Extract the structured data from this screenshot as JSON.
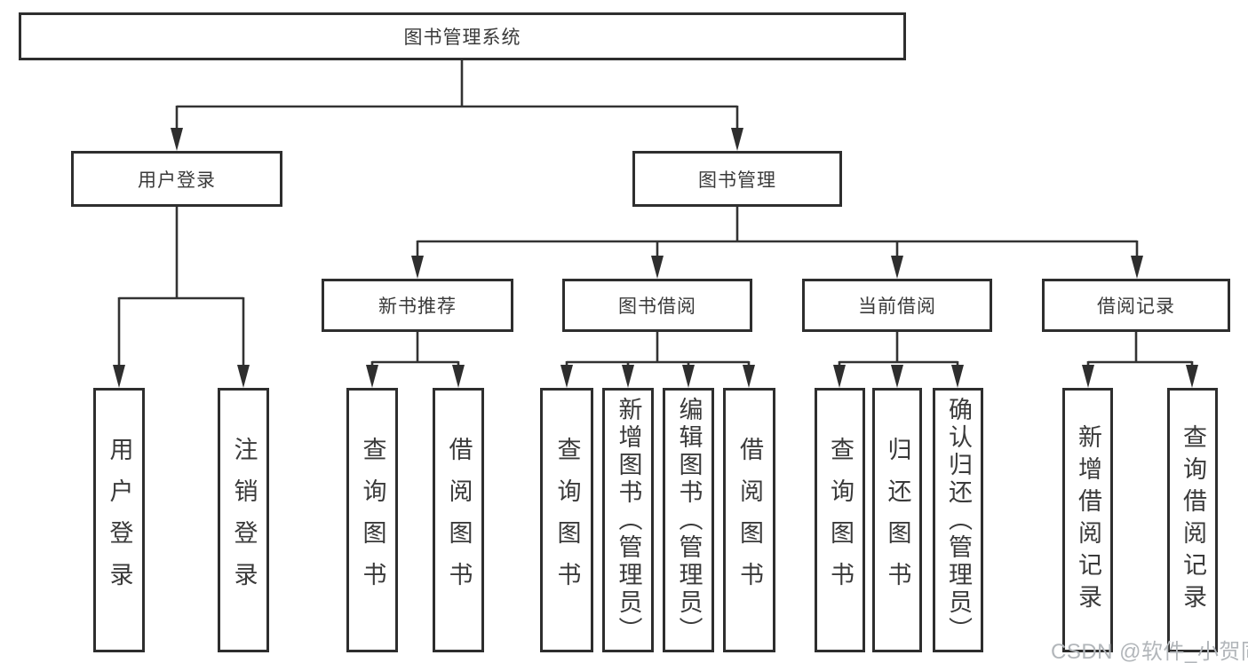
{
  "diagram": {
    "root": {
      "label": "图书管理系统"
    },
    "level2": [
      {
        "label": "用户登录"
      },
      {
        "label": "图书管理"
      }
    ],
    "level3": [
      {
        "label": "新书推荐"
      },
      {
        "label": "图书借阅"
      },
      {
        "label": "当前借阅"
      },
      {
        "label": "借阅记录"
      }
    ],
    "leaves": {
      "user_login": [
        {
          "label": "用户登录"
        },
        {
          "label": "注销登录"
        }
      ],
      "new_book": [
        {
          "label": "查询图书"
        },
        {
          "label": "借阅图书"
        }
      ],
      "book_borrow": [
        {
          "label": "查询图书"
        },
        {
          "label": "新增图书（管理员）"
        },
        {
          "label": "编辑图书（管理员）"
        },
        {
          "label": "借阅图书"
        }
      ],
      "current_borrow": [
        {
          "label": "查询图书"
        },
        {
          "label": "归还图书"
        },
        {
          "label": "确认归还（管理员）"
        }
      ],
      "borrow_records": [
        {
          "label": "新增借阅记录"
        },
        {
          "label": "查询借阅记录"
        }
      ]
    }
  },
  "watermark": {
    "text": "CSDN @软件_小贺同学"
  },
  "colors": {
    "line": "#333333",
    "border": "#2e2e2e",
    "text": "#3a3a3a",
    "watermark": "#b2b6ba",
    "background": "#ffffff"
  }
}
